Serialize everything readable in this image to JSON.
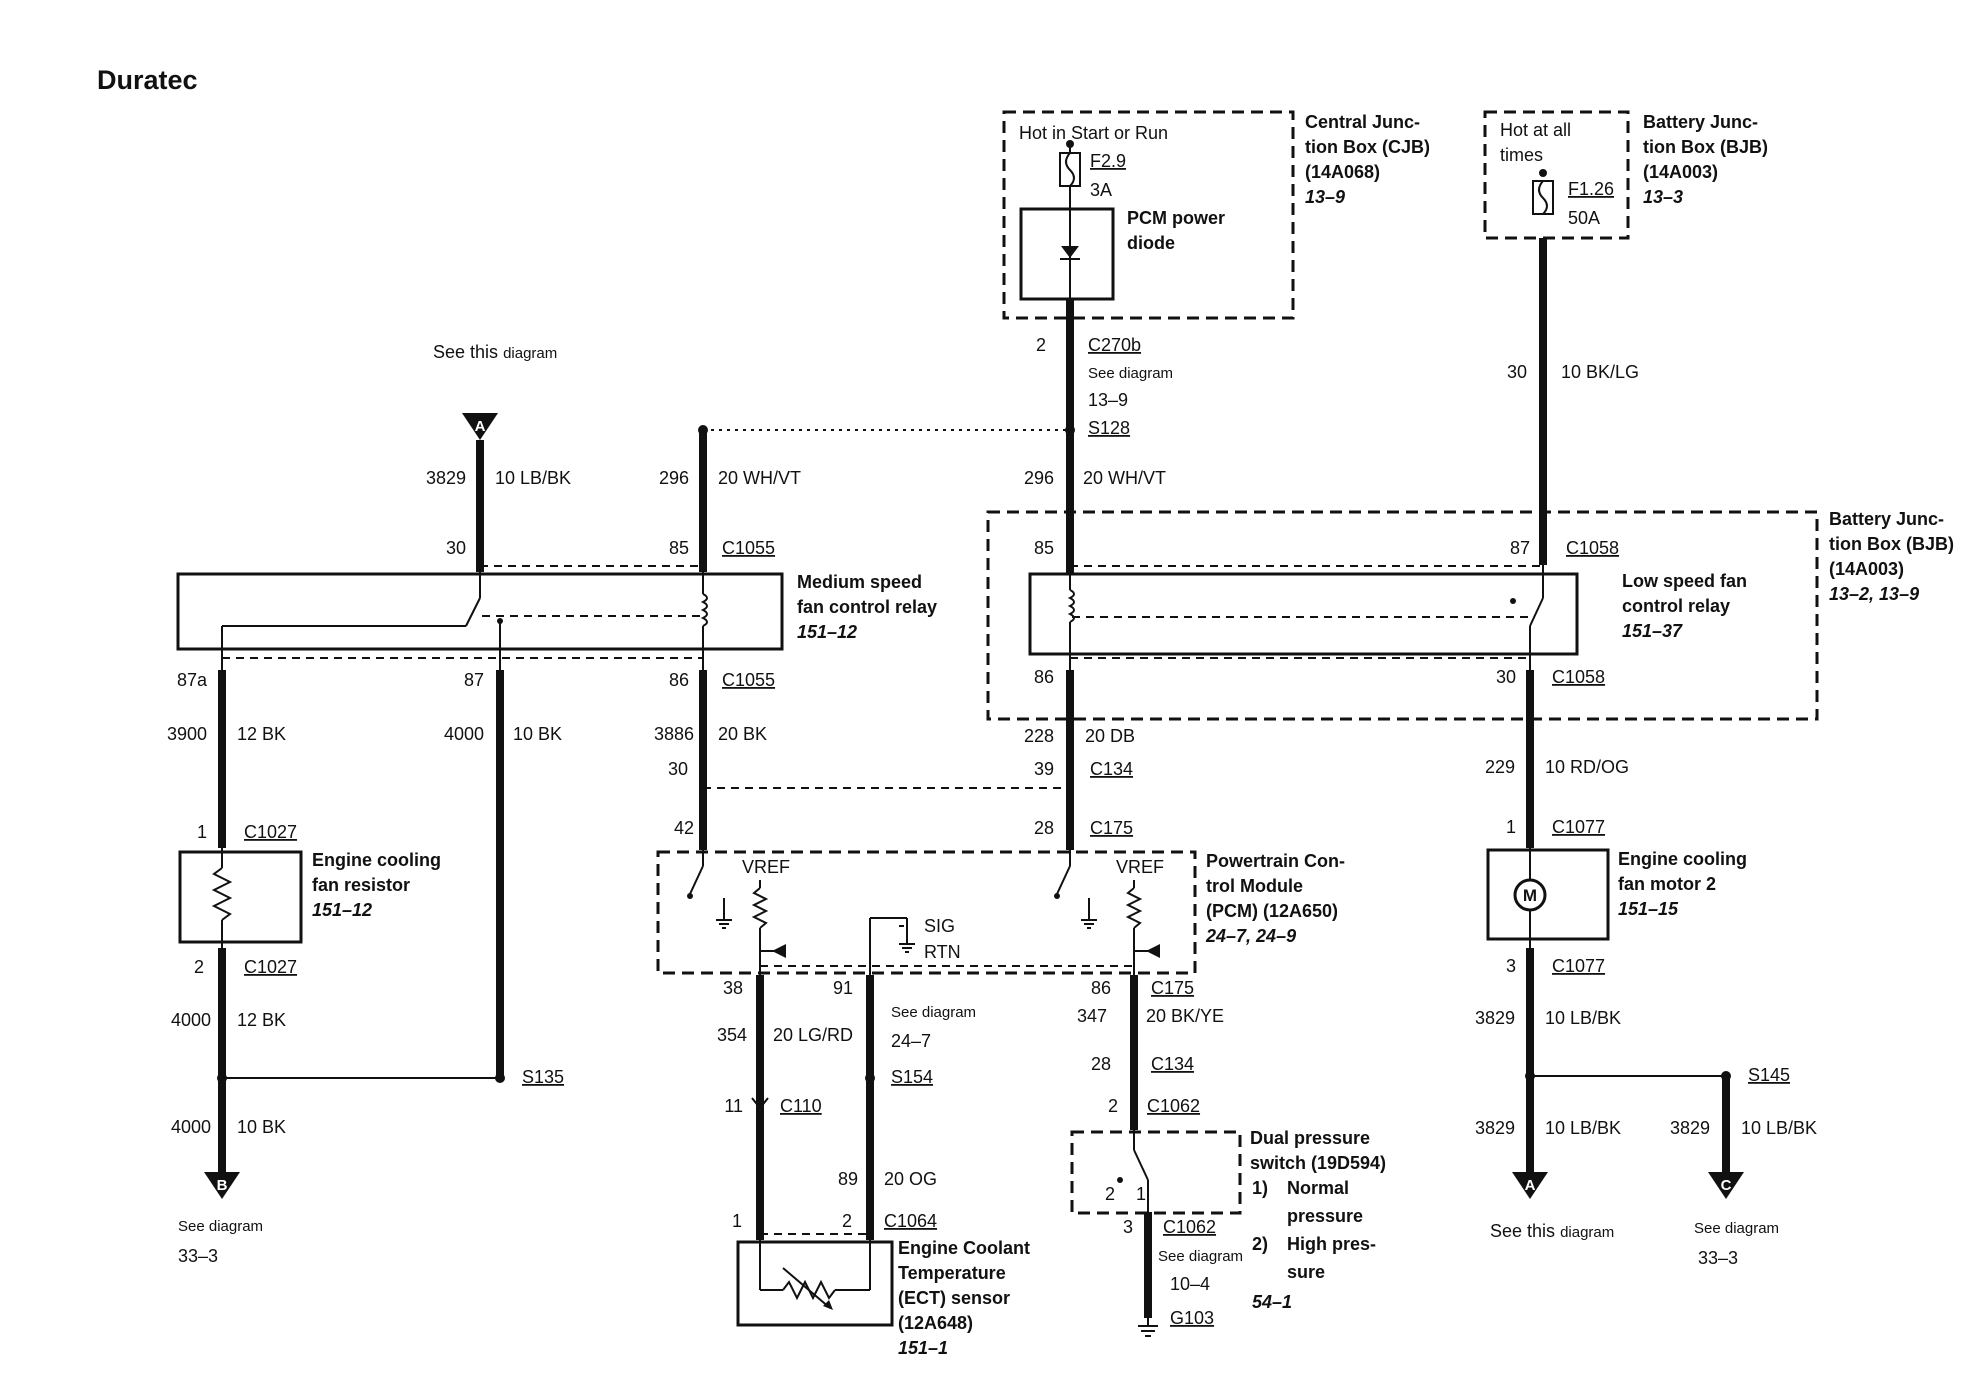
{
  "title": "Duratec",
  "cjb": {
    "hot_text": "Hot in Start or Run",
    "fuse_id": "F2.9",
    "fuse_amp": "3A",
    "diode_label_1": "PCM power",
    "diode_label_2": "diode",
    "name_1": "Central Junc-",
    "name_2": "tion Box (CJB)",
    "part": "(14A068)",
    "ref": "13–9"
  },
  "bjb_top": {
    "hot_text_1": "Hot at all",
    "hot_text_2": "times",
    "fuse_id": "F1.26",
    "fuse_amp": "50A",
    "name_1": "Battery Junc-",
    "name_2": "tion Box (BJB)",
    "part": "(14A003)",
    "ref": "13–3"
  },
  "bjb_right": {
    "name_1": "Battery Junc-",
    "name_2": "tion Box (BJB)",
    "part": "(14A003)",
    "ref": "13–2, 13–9"
  },
  "center_top": {
    "pin": "2",
    "connector": "C270b",
    "see": "See diagram",
    "see_ref": "13–9",
    "splice": "S128",
    "circuit": "296",
    "wire": "20 WH/VT"
  },
  "battery_feed": {
    "circuit": "30",
    "wire": "10 BK/LG"
  },
  "left_top": {
    "see": "See this",
    "see_small": "diagram",
    "flag": "A",
    "circuit": "3829",
    "wire": "10 LB/BK"
  },
  "med_relay": {
    "name_1": "Medium speed",
    "name_2": "fan control relay",
    "ref": "151–12",
    "pin_30": "30",
    "pin_85": "85",
    "conn_top": "C1055",
    "pin_87a": "87a",
    "pin_87": "87",
    "pin_86": "86",
    "conn_bot": "C1055"
  },
  "wire_296_left": {
    "circuit": "296",
    "wire": "20 WH/VT"
  },
  "low_relay": {
    "name_1": "Low speed fan",
    "name_2": "control relay",
    "ref": "151–37",
    "pin_85": "85",
    "pin_87": "87",
    "conn_top": "C1058",
    "pin_86": "86",
    "pin_30": "30",
    "conn_bot": "C1058"
  },
  "resistor_branch": {
    "circuit_top": "3900",
    "wire_top": "12 BK",
    "pin1": "1",
    "conn1": "C1027",
    "name_1": "Engine cooling",
    "name_2": "fan resistor",
    "ref": "151–12",
    "pin2": "2",
    "conn2": "C1027",
    "circuit_mid": "4000",
    "wire_mid": "12 BK",
    "circuit_bot": "4000",
    "wire_bot": "10 BK",
    "flag": "B",
    "see": "See diagram",
    "see_ref": "33–3"
  },
  "wire_87": {
    "circuit": "4000",
    "wire": "10 BK",
    "splice": "S135"
  },
  "wire_86": {
    "circuit": "3886",
    "wire": "20 BK",
    "pin30": "30",
    "pin42": "42"
  },
  "wire_228": {
    "circuit": "228",
    "wire": "20 DB",
    "pin39": "39",
    "conn": "C134",
    "pin28": "28",
    "conn2": "C175"
  },
  "pcm": {
    "name_1": "Powertrain Con-",
    "name_2": "trol Module",
    "name_3": "(PCM) (12A650)",
    "ref": "24–7, 24–9",
    "vref_1": "VREF",
    "vref_2": "VREF",
    "sig": "SIG",
    "rtn": "RTN"
  },
  "ect_branch": {
    "pin38": "38",
    "pin91": "91",
    "see": "See diagram",
    "see_ref": "24–7",
    "circuit_354": "354",
    "wire_354": "20 LG/RD",
    "splice": "S154",
    "pin11": "11",
    "conn_c110": "C110",
    "circuit_89": "89",
    "wire_89": "20 OG",
    "pin1": "1",
    "pin2": "2",
    "conn": "C1064",
    "name_1": "Engine Coolant",
    "name_2": "Temperature",
    "name_3": "(ECT) sensor",
    "name_4": "(12A648)",
    "ref": "151–1"
  },
  "switch_branch": {
    "pin86": "86",
    "conn_c175": "C175",
    "circuit": "347",
    "wire": "20 BK/YE",
    "pin28": "28",
    "conn_c134": "C134",
    "pin2": "2",
    "conn_c1062": "C1062",
    "name_1": "Dual pressure",
    "name_2": "switch (19D594)",
    "item1_num": "1)",
    "item1_a": "Normal",
    "item1_b": "pressure",
    "item2_num": "2)",
    "item2_a": "High pres-",
    "item2_b": "sure",
    "ref": "54–1",
    "sw_1": "1",
    "sw_2": "2",
    "pin3": "3",
    "conn_c1062b": "C1062",
    "see": "See diagram",
    "see_ref": "10–4",
    "ground": "G103"
  },
  "motor_branch": {
    "circuit_229": "229",
    "wire_229": "10 RD/OG",
    "pin1": "1",
    "conn1": "C1077",
    "name_1": "Engine cooling",
    "name_2": "fan motor 2",
    "ref": "151–15",
    "motor": "M",
    "pin3": "3",
    "conn3": "C1077",
    "circuit_3829": "3829",
    "wire_3829": "10 LB/BK",
    "splice": "S145",
    "circuit_a": "3829",
    "wire_a": "10 LB/BK",
    "flag_a": "A",
    "see_a": "See this",
    "see_a_small": "diagram",
    "circuit_c": "3829",
    "wire_c": "10 LB/BK",
    "flag_c": "C",
    "see_c": "See diagram",
    "see_c_ref": "33–3"
  }
}
